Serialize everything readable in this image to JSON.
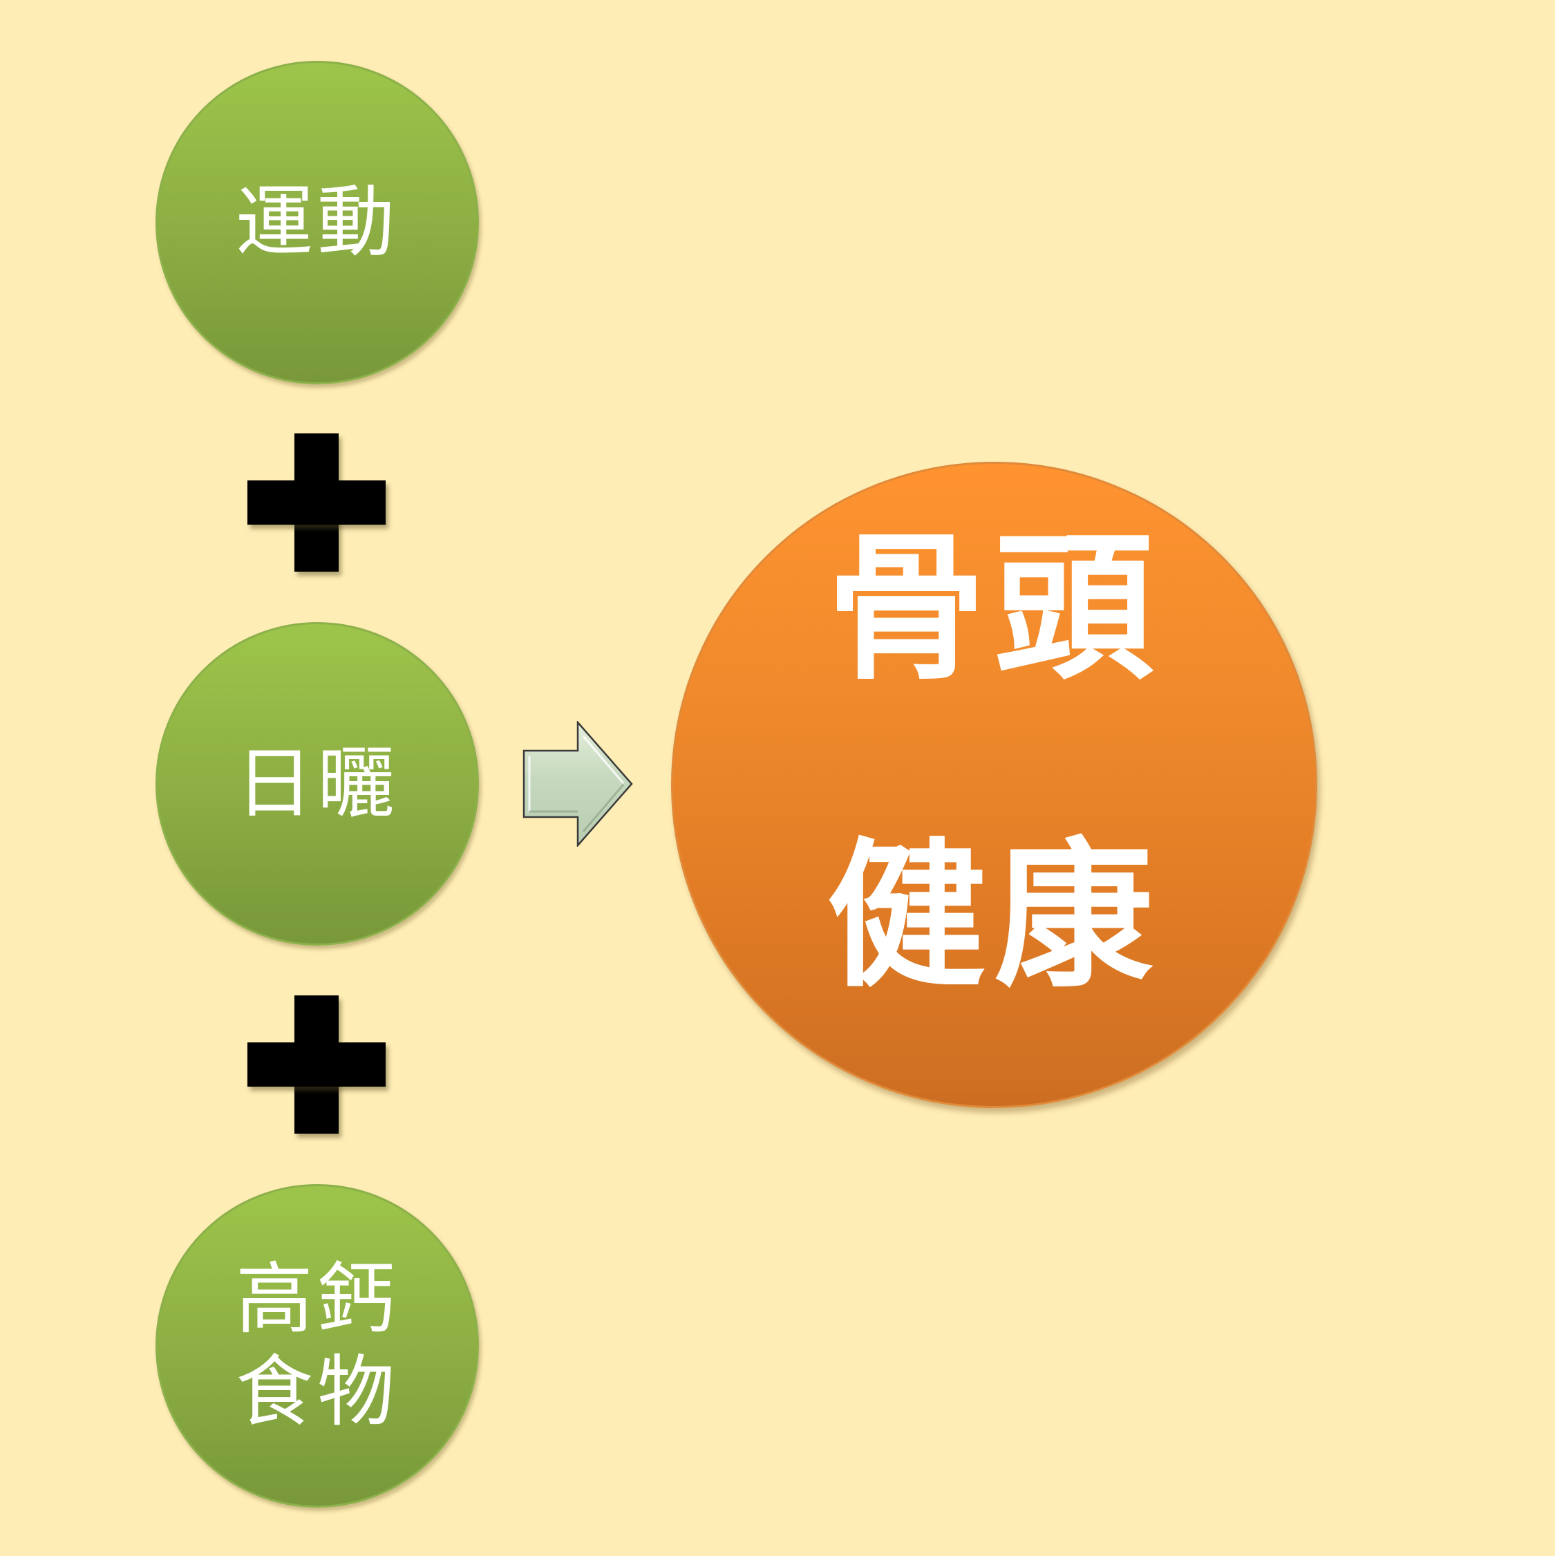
{
  "inputs": [
    {
      "label": "運動"
    },
    {
      "label": "日曬"
    },
    {
      "label_line1": "高鈣",
      "label_line2": "食物"
    }
  ],
  "operator": "+",
  "result": {
    "line1": "骨頭",
    "line2": "健康"
  },
  "colors": {
    "background": "#FEEDB5",
    "input_circle": "#8EAF44",
    "result_circle": "#F08A2C",
    "arrow_fill": "#C9DBC2",
    "plus": "#000000",
    "text": "#FFFFFF"
  }
}
